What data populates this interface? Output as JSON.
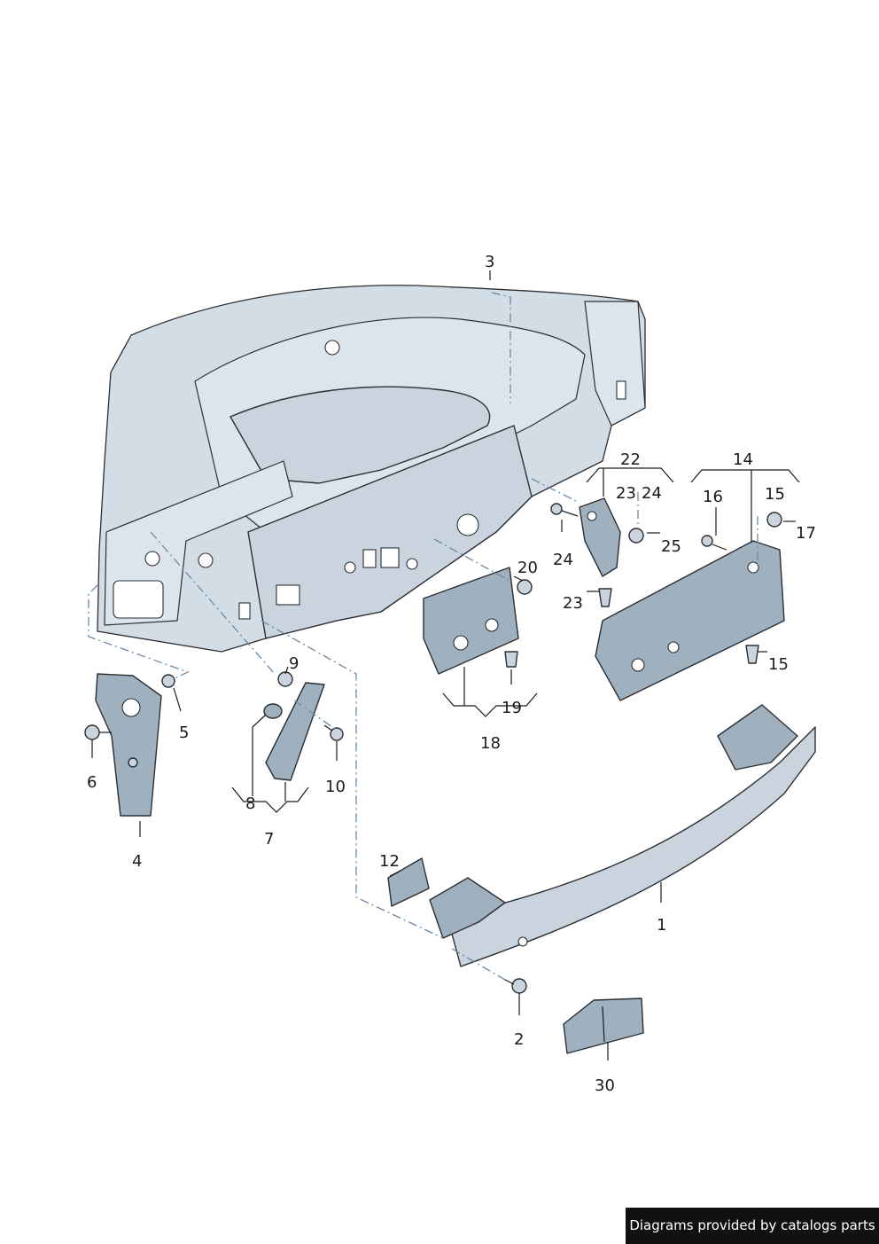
{
  "callouts": [
    {
      "id": "c3",
      "text": "3"
    },
    {
      "id": "c22",
      "text": "22"
    },
    {
      "id": "c14",
      "text": "14"
    },
    {
      "id": "c23a",
      "text": "23"
    },
    {
      "id": "c24a",
      "text": "24"
    },
    {
      "id": "c16",
      "text": "16"
    },
    {
      "id": "c15a",
      "text": "15"
    },
    {
      "id": "c17",
      "text": "17"
    },
    {
      "id": "c25",
      "text": "25"
    },
    {
      "id": "c24b",
      "text": "24"
    },
    {
      "id": "c20",
      "text": "20"
    },
    {
      "id": "c23b",
      "text": "23"
    },
    {
      "id": "c15b",
      "text": "15"
    },
    {
      "id": "c9",
      "text": "9"
    },
    {
      "id": "c19",
      "text": "19"
    },
    {
      "id": "c5",
      "text": "5"
    },
    {
      "id": "c6",
      "text": "6"
    },
    {
      "id": "c18",
      "text": "18"
    },
    {
      "id": "c8",
      "text": "8"
    },
    {
      "id": "c10",
      "text": "10"
    },
    {
      "id": "c7",
      "text": "7"
    },
    {
      "id": "c4",
      "text": "4"
    },
    {
      "id": "c12",
      "text": "12"
    },
    {
      "id": "c1",
      "text": "1"
    },
    {
      "id": "c2",
      "text": "2"
    },
    {
      "id": "c30",
      "text": "30"
    }
  ],
  "footer": {
    "text": "Diagrams provided by catalogs parts"
  },
  "colors": {
    "part_fill": "#c9d4de",
    "outline": "#2b2f33",
    "dash_line": "#6a8aa8",
    "footer_bg": "#111111"
  }
}
